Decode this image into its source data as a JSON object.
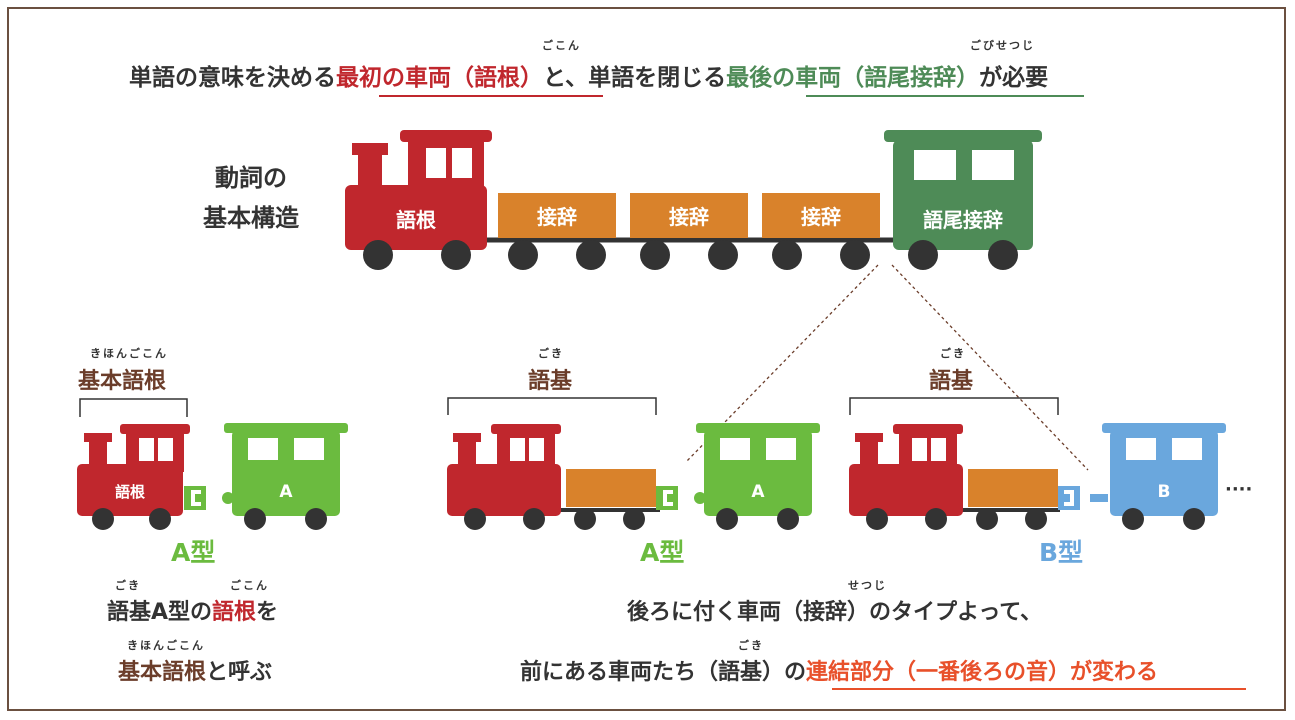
{
  "title": {
    "part1": "単語の意味を決める",
    "part2": "最初の車両（語根）",
    "part3": "と、単語を閉じる",
    "part4": "最後の車両（語尾接辞）",
    "part5": "が必要",
    "ruby1": "ごこん",
    "ruby2": "ごびせつじ"
  },
  "basic": {
    "label_line1": "動詞の",
    "label_line2": "基本構造",
    "car_root": "語根",
    "car_suffix": "接辞",
    "car_ending": "語尾接辞"
  },
  "left": {
    "bracket_label": "基本語根",
    "bracket_ruby": "きほんごこん",
    "car_root": "語根",
    "car_a": "A",
    "type_label": "A型",
    "desc_line1_a": "語基A型の",
    "desc_line1_b": "語根",
    "desc_line1_c": "を",
    "desc_line2_a": "基本語根",
    "desc_line2_b": "と呼ぶ",
    "ruby_goki": "ごき",
    "ruby_gokon": "ごこん",
    "ruby_kihon": "きほんごこん"
  },
  "middle": {
    "bracket_label": "語基",
    "bracket_ruby": "ごき",
    "car_a": "A",
    "type_label": "A型"
  },
  "right": {
    "bracket_label": "語基",
    "bracket_ruby": "ごき",
    "car_b": "B",
    "type_label": "B型",
    "ellipsis": "····"
  },
  "bottom": {
    "line1": "後ろに付く車両（接辞）のタイプよって、",
    "line1_ruby": "せつじ",
    "line2_a": "前にある車両たち（語基）の",
    "line2_b": "連結部分（一番後ろの音）が変わる",
    "line2_ruby": "ごき"
  },
  "colors": {
    "red": "#c0272d",
    "orange": "#d9822b",
    "dark_green": "#4e8b57",
    "light_green": "#6bbb3f",
    "blue": "#6aa7dd",
    "brown": "#6b3d2a",
    "accent_orange": "#e8502a"
  }
}
